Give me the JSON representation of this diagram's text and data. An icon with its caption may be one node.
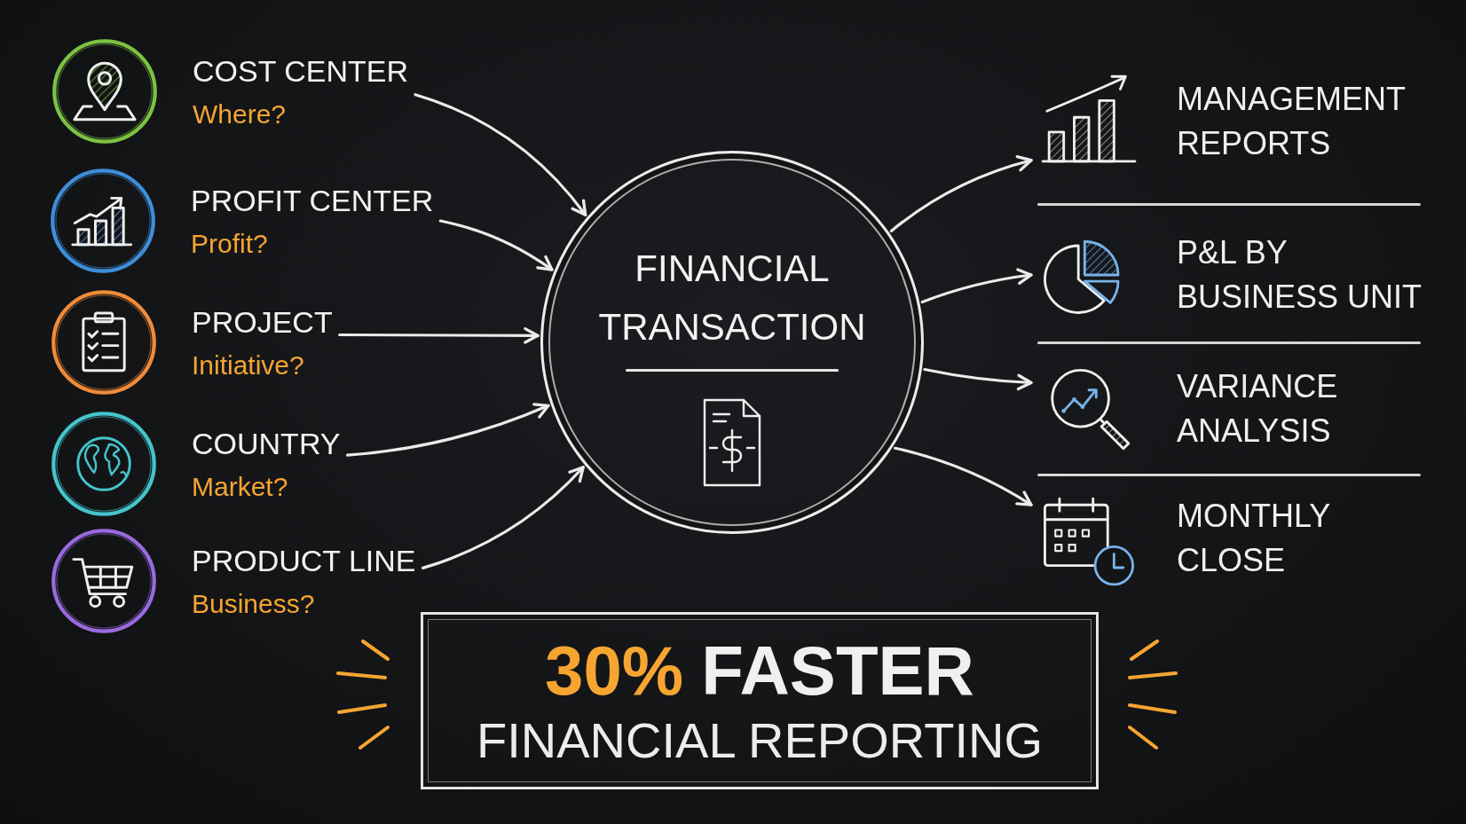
{
  "diagram": {
    "nodes": [
      {
        "text": [
          "COST CENTER",
          "Where?"
        ]
      },
      {
        "text": [
          "PROFIT CENTER",
          "Profit?"
        ]
      },
      {
        "text": [
          "PROJECT",
          "Initiative?"
        ]
      },
      {
        "text": [
          "COUNTRY",
          "Market?"
        ]
      },
      {
        "text": [
          "PRODUCT LINE",
          "Business?"
        ]
      },
      {
        "text": [
          "FINANCIAL TRANSACTION"
        ]
      },
      {
        "text": [
          "MANAGEMENT REPORTS"
        ]
      },
      {
        "text": [
          "P&L BY BUSINESS UNIT"
        ]
      },
      {
        "text": [
          "VARIANCE ANALYSIS"
        ]
      },
      {
        "text": [
          "MONTHLY CLOSE"
        ]
      },
      {
        "text": [
          "30%",
          "FASTER",
          "FINANCIAL REPORTING"
        ]
      }
    ],
    "edges": [
      {
        "from": 0,
        "to": 5,
        "arrow": "to"
      },
      {
        "from": 1,
        "to": 5,
        "arrow": "to"
      },
      {
        "from": 2,
        "to": 5,
        "arrow": "to"
      },
      {
        "from": 3,
        "to": 5,
        "arrow": "to"
      },
      {
        "from": 4,
        "to": 5,
        "arrow": "to"
      },
      {
        "from": 5,
        "to": 6,
        "arrow": "to"
      },
      {
        "from": 5,
        "to": 7,
        "arrow": "to"
      },
      {
        "from": 5,
        "to": 8,
        "arrow": "to"
      },
      {
        "from": 5,
        "to": 9,
        "arrow": "to"
      }
    ]
  }
}
